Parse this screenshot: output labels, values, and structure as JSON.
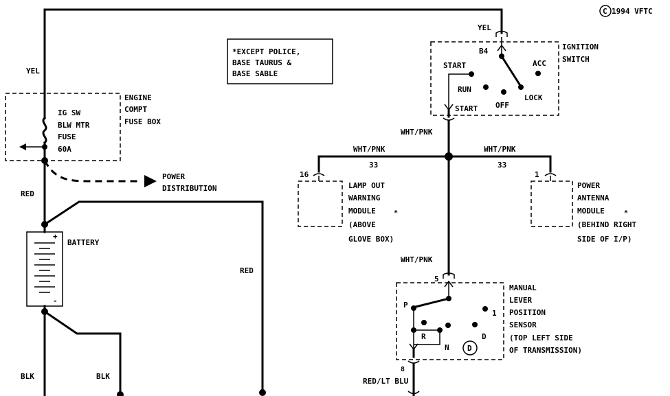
{
  "copyright": "1994 VFTC",
  "copyright_symbol": "C",
  "note": {
    "line1": "*EXCEPT POLICE,",
    "line2": "BASE TAURUS &",
    "line3": "BASE SABLE"
  },
  "wires": {
    "yel_left": "YEL",
    "yel_top": "YEL",
    "red_left": "RED",
    "red_right": "RED",
    "blk_left": "BLK",
    "blk_right": "BLK",
    "wht_pnk_top": "WHT/PNK",
    "wht_pnk_left": "WHT/PNK",
    "wht_pnk_right": "WHT/PNK",
    "wht_pnk_lower": "WHT/PNK",
    "circuit_left": "33",
    "circuit_right": "33",
    "red_lt_blu": "RED/LT BLU"
  },
  "engine_fuse_box": {
    "title1": "ENGINE",
    "title2": "COMPT",
    "title3": "FUSE BOX",
    "fuse1": "IG SW",
    "fuse2": "BLW MTR",
    "fuse3": "FUSE",
    "fuse4": "60A"
  },
  "power_distribution": {
    "line1": "POWER",
    "line2": "DISTRIBUTION"
  },
  "battery": {
    "label": "BATTERY",
    "plus": "+",
    "minus": "-"
  },
  "ignition_switch": {
    "title1": "IGNITION",
    "title2": "SWITCH",
    "pin": "B4",
    "start": "START",
    "run": "RUN",
    "off": "OFF",
    "acc": "ACC",
    "lock": "LOCK",
    "start_bottom": "START"
  },
  "lamp_out_module": {
    "pin": "16",
    "line1": "LAMP OUT",
    "line2": "WARNING",
    "line3": "MODULE",
    "line4": "(ABOVE",
    "line5": "GLOVE BOX)",
    "marker": "*"
  },
  "power_antenna_module": {
    "pin": "1",
    "line1": "POWER",
    "line2": "ANTENNA",
    "line3": "MODULE",
    "line4": "(BEHIND RIGHT",
    "line5": "SIDE OF I/P)",
    "marker": "*"
  },
  "mlps": {
    "pin_top": "5",
    "pin_bottom": "8",
    "title1": "MANUAL",
    "title2": "LEVER",
    "title3": "POSITION",
    "title4": "SENSOR",
    "title5": "(TOP LEFT SIDE",
    "title6": "OF TRANSMISSION)",
    "p": "P",
    "r": "R",
    "n": "N",
    "d": "D",
    "d_circled": "D",
    "one": "1"
  }
}
